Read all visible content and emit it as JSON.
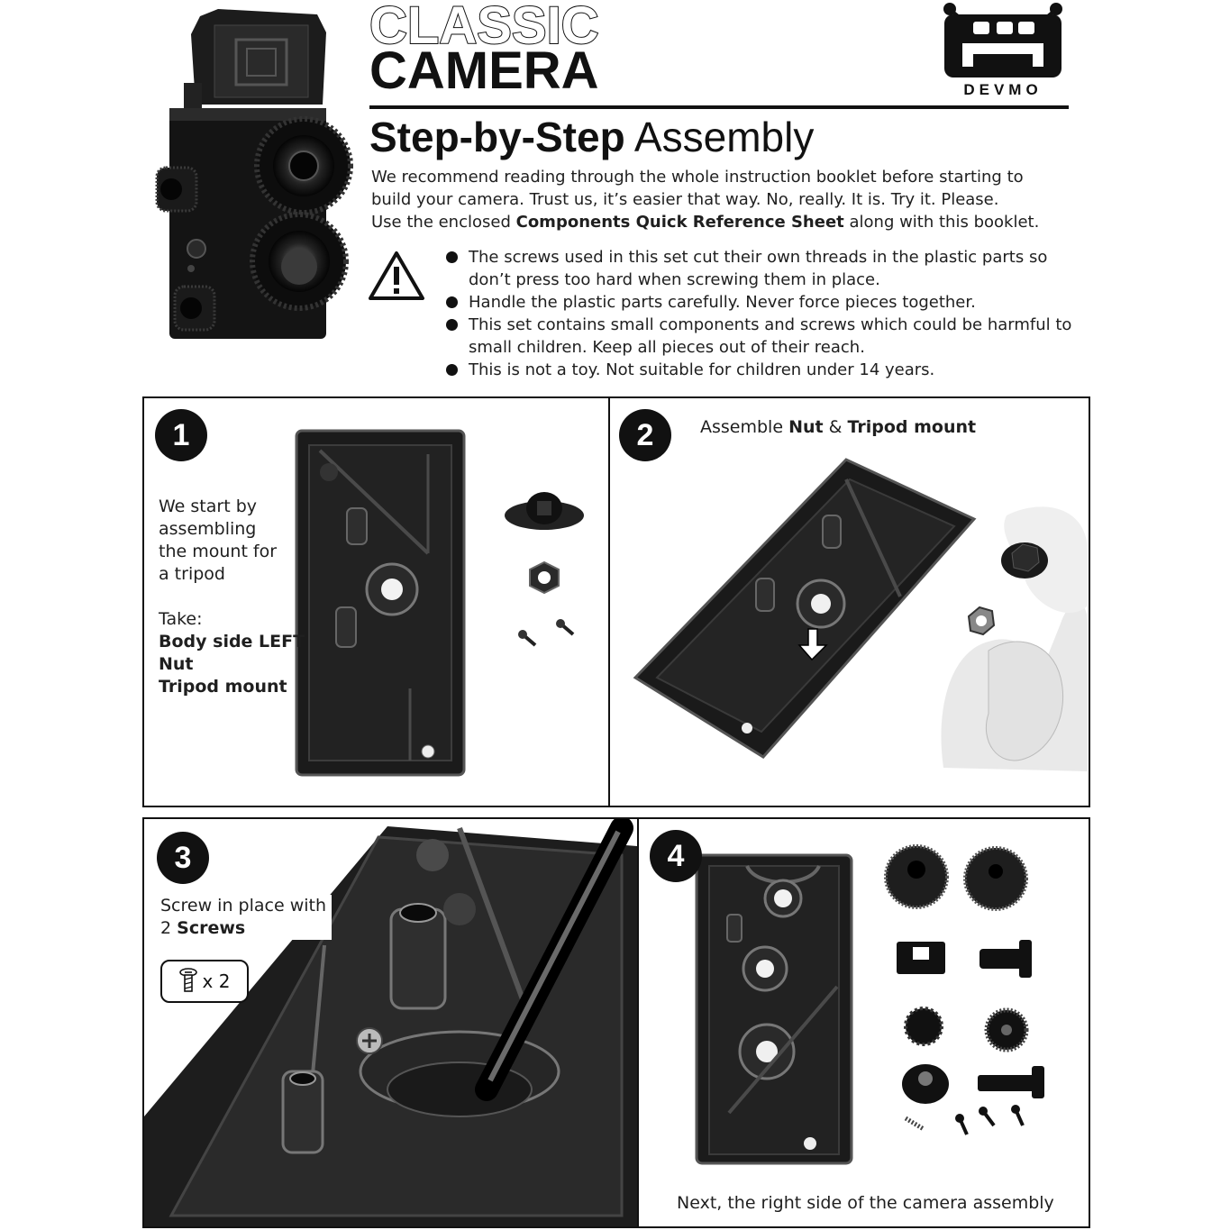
{
  "header": {
    "title_line1": "CLASSIC",
    "title_line2": "CAMERA",
    "brand": "DEVMO",
    "subtitle_bold": "Step-by-Step",
    "subtitle_rest": " Assembly"
  },
  "intro": {
    "line1": "We recommend reading through the whole instruction booklet before starting to",
    "line2": "build your camera. Trust us, it’s easier that way. No, really. It is. Try it. Please.",
    "line3_pre": "Use the enclosed ",
    "line3_bold": "Components Quick Reference Sheet",
    "line3_post": " along with this booklet."
  },
  "warnings": [
    "The screws used in this set cut their own threads in the plastic parts so don’t press too hard when screwing them in place.",
    "Handle the plastic parts carefully. Never force pieces together.",
    "This set contains small components and screws which could be harmful to small children. Keep all pieces out of their reach.",
    "This is not a toy. Not suitable for children under 14 years."
  ],
  "steps": {
    "s1": {
      "number": "1",
      "line1": "We start by",
      "line2": "assembling",
      "line3": "the mount for",
      "line4": "a tripod",
      "take": "Take:",
      "part1": "Body side LEFT",
      "part2": "Nut",
      "part3": "Tripod mount"
    },
    "s2": {
      "number": "2",
      "pre": "Assemble ",
      "bold1": "Nut",
      "mid": " & ",
      "bold2": "Tripod mount"
    },
    "s3": {
      "number": "3",
      "line1": "Screw in place with",
      "line2_pre": "2 ",
      "line2_bold": "Screws",
      "qty": "x 2"
    },
    "s4": {
      "number": "4",
      "caption": "Next, the right side of the camera assembly"
    }
  },
  "colors": {
    "ink": "#111111",
    "text": "#1f1f1f",
    "paper": "#ffffff"
  },
  "icons": [
    "devmo-robot-logo",
    "warning-triangle-icon",
    "screw-icon"
  ]
}
